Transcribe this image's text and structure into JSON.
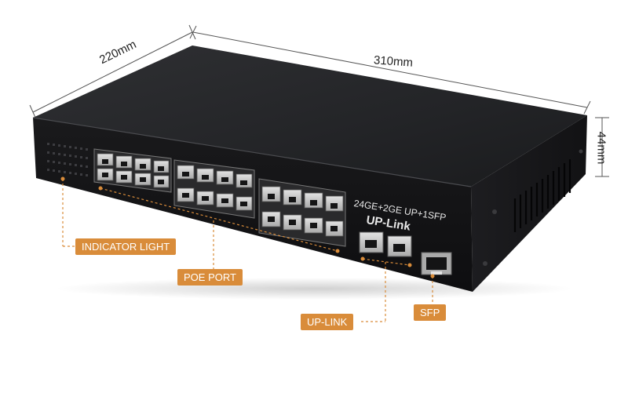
{
  "dimensions": {
    "width_label": "220mm",
    "length_label": "310mm",
    "height_label": "44mm"
  },
  "panel": {
    "model_text": "24GE+2GE UP+1SFP",
    "uplink_text": "UP-Link"
  },
  "callouts": {
    "indicator": "INDICATOR LIGHT",
    "poe": "POE PORT",
    "uplink": "UP-LINK",
    "sfp": "SFP"
  },
  "colors": {
    "callout": "#d98c3a",
    "chassis": "#1c1c1e",
    "port_metal": "#c9c9c9"
  }
}
